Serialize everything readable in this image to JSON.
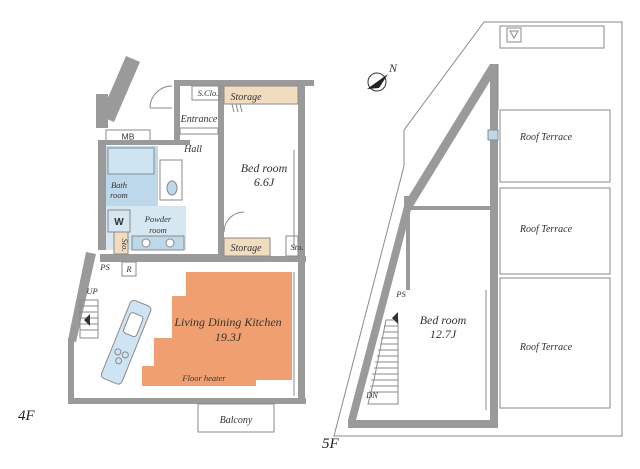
{
  "colors": {
    "wall": "#9a9a9a",
    "living_floor": "#f0a070",
    "wet_area": "#bcd8ea",
    "storage_floor": "#f2dcc0",
    "text": "#333333"
  },
  "compass": {
    "north_label": "N"
  },
  "floor4": {
    "floor_label": "4F",
    "mb": "MB",
    "s_clo": "S.Clo.",
    "storage_top": "Storage",
    "entrance": "Entrance",
    "hall": "Hall",
    "bedroom_name": "Bed room",
    "bedroom_size": "6.6J",
    "bath_line1": "Bath",
    "bath_line2": "room",
    "w": "W",
    "powder_line1": "Powder",
    "powder_line2": "room",
    "sto_left": "Sto.",
    "storage_mid": "Storage",
    "sto_right": "Sto.",
    "ps": "PS",
    "r": "R",
    "up": "UP",
    "ldk_name": "Living Dining Kitchen",
    "ldk_size": "19.3J",
    "floor_heater": "Floor heater",
    "balcony": "Balcony"
  },
  "floor5": {
    "floor_label": "5F",
    "roof_terrace_1": "Roof Terrace",
    "roof_terrace_2": "Roof Terrace",
    "roof_terrace_3": "Roof Terrace",
    "bedroom_name": "Bed room",
    "bedroom_size": "12.7J",
    "ps": "PS",
    "dn": "DN"
  }
}
